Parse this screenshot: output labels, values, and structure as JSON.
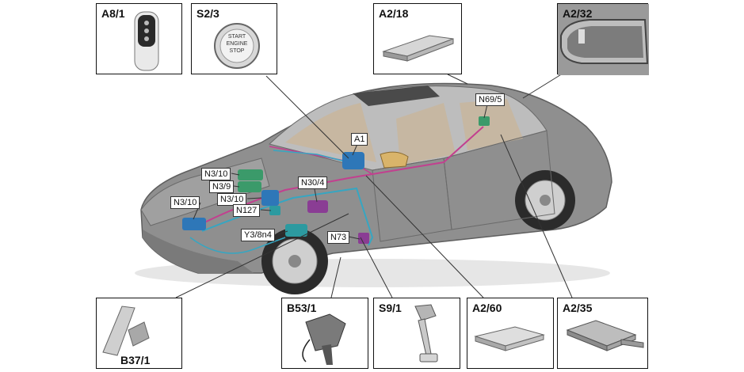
{
  "colors": {
    "car_body": "#8f8f8f",
    "car_dark": "#5e5e5e",
    "interior": "#c9b59a",
    "wiring_magenta": "#c2408f",
    "wiring_cyan": "#36a6c2",
    "module_blue": "#2e77b8",
    "module_green": "#3b9a6a",
    "module_purple": "#8a3d94",
    "module_teal": "#2c9aa0"
  },
  "boxes": {
    "a8_1": "A8/1",
    "s2_3": "S2/3",
    "a2_18": "A2/18",
    "a2_32": "A2/32",
    "b37_1": "B37/1",
    "b53_1": "B53/1",
    "s9_1": "S9/1",
    "a2_60": "A2/60",
    "a2_35": "A2/35"
  },
  "start_button": {
    "line1": "START",
    "line2": "ENGINE",
    "line3": "STOP"
  },
  "callouts": {
    "a1": "A1",
    "n69_5": "N69/5",
    "n3_10_a": "N3/10",
    "n3_9": "N3/9",
    "n3_10_b": "N3/10",
    "n127": "N127",
    "n3_10_c": "N3/10",
    "n30_4": "N30/4",
    "y3_8n4": "Y3/8n4",
    "n73": "N73"
  }
}
